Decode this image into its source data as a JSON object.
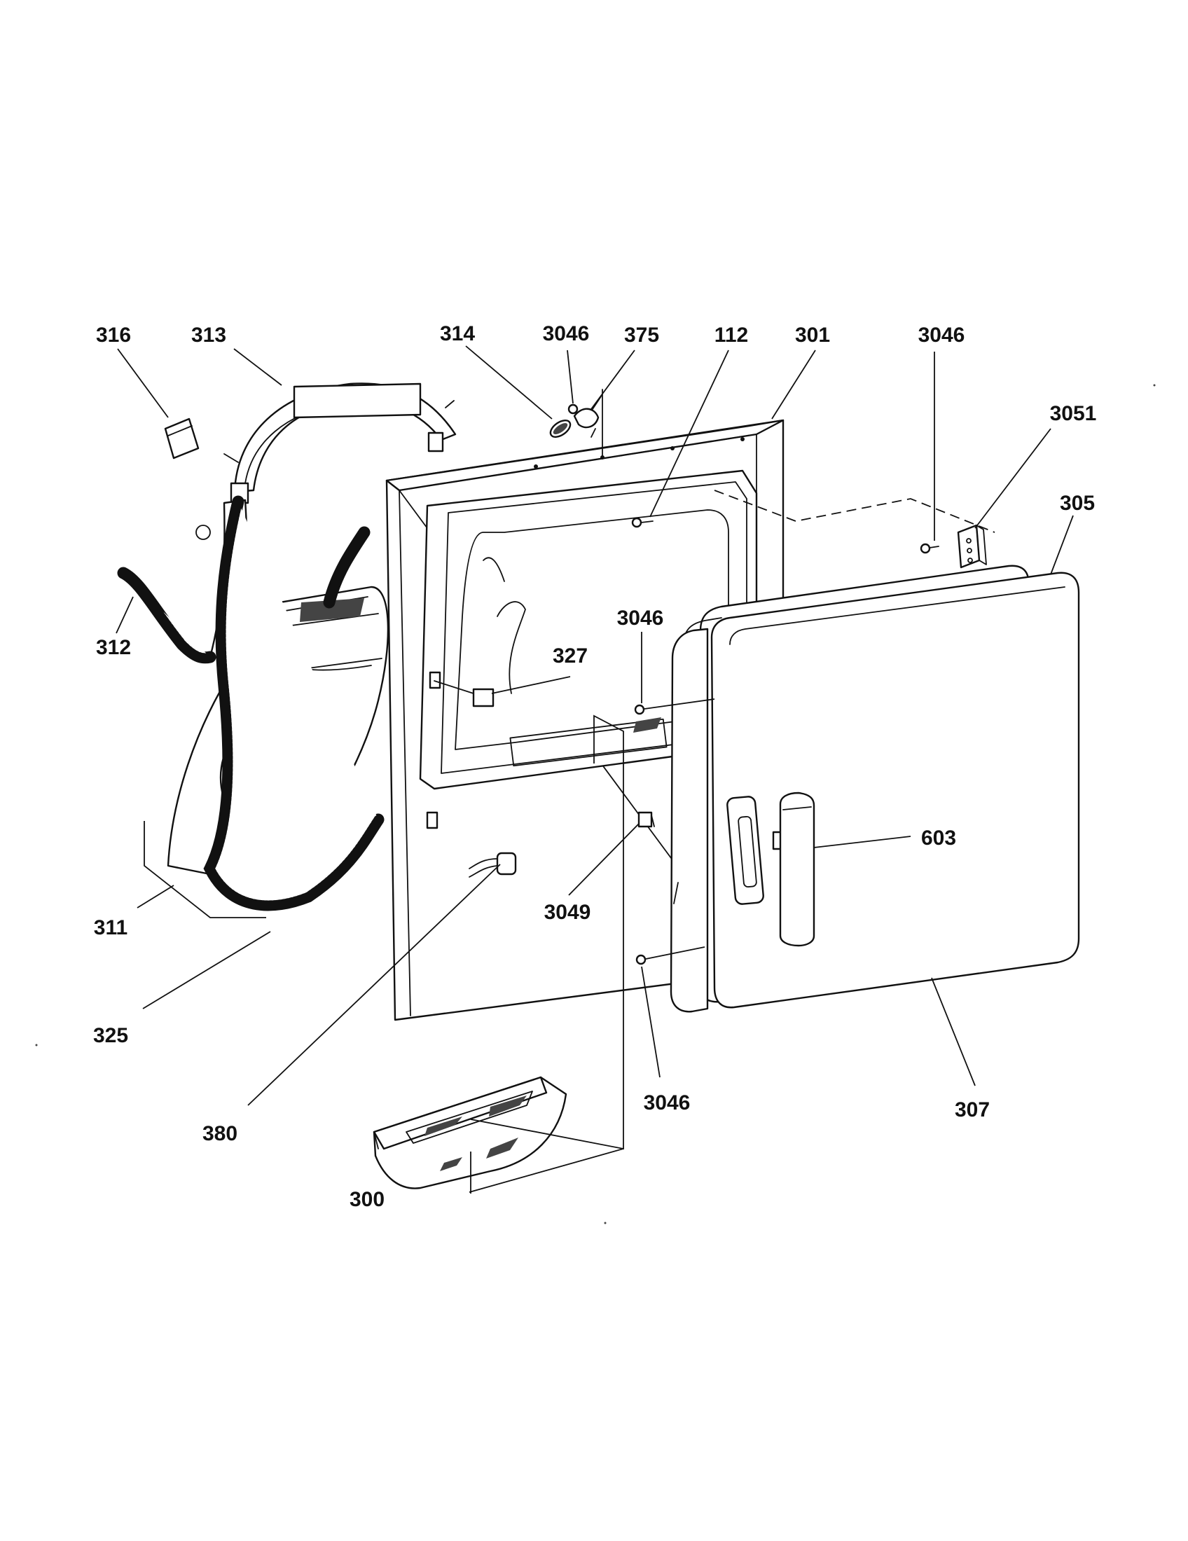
{
  "diagram": {
    "callouts": [
      {
        "id": "316",
        "label": "316"
      },
      {
        "id": "313",
        "label": "313"
      },
      {
        "id": "314",
        "label": "314"
      },
      {
        "id": "3046-top",
        "label": "3046"
      },
      {
        "id": "375",
        "label": "375"
      },
      {
        "id": "112",
        "label": "112"
      },
      {
        "id": "301",
        "label": "301"
      },
      {
        "id": "3046-right",
        "label": "3046"
      },
      {
        "id": "3051",
        "label": "3051"
      },
      {
        "id": "305",
        "label": "305"
      },
      {
        "id": "312",
        "label": "312"
      },
      {
        "id": "3046-mid",
        "label": "3046"
      },
      {
        "id": "327",
        "label": "327"
      },
      {
        "id": "603",
        "label": "603"
      },
      {
        "id": "3049",
        "label": "3049"
      },
      {
        "id": "311",
        "label": "311"
      },
      {
        "id": "325",
        "label": "325"
      },
      {
        "id": "3046-bottom",
        "label": "3046"
      },
      {
        "id": "307",
        "label": "307"
      },
      {
        "id": "380",
        "label": "380"
      },
      {
        "id": "300",
        "label": "300"
      }
    ]
  }
}
